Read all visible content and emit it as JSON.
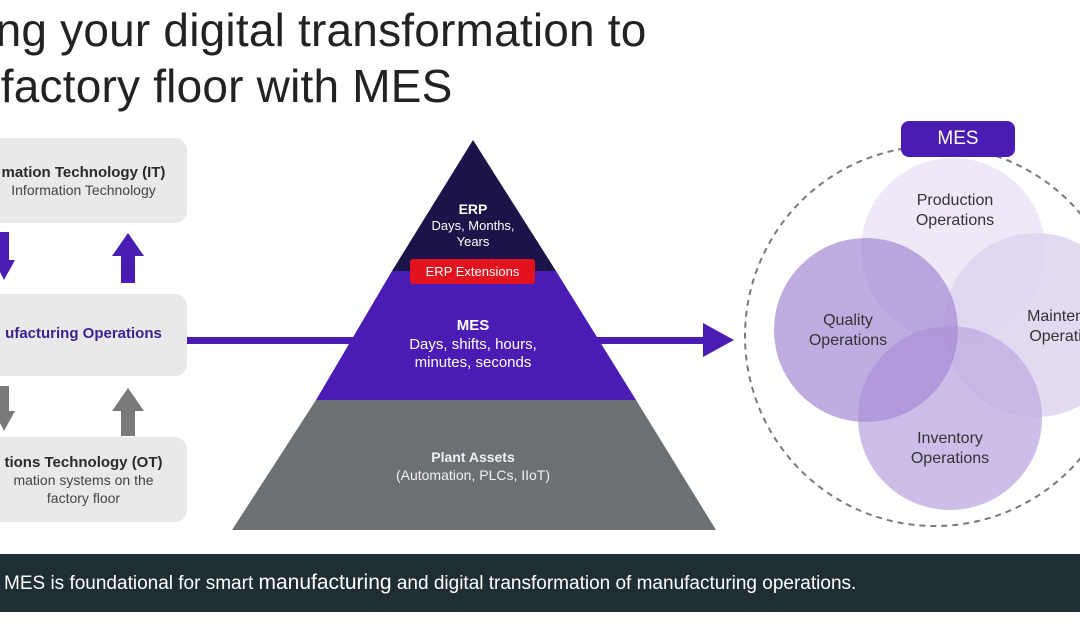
{
  "title": {
    "line1": "king your digital transformation to",
    "line2": "e factory floor with MES"
  },
  "left_column": {
    "it": {
      "title": "mation Technology (IT)",
      "subtitle": "Information Technology"
    },
    "mo": {
      "title": "ufacturing Operations"
    },
    "ot": {
      "title": "tions Technology (OT)",
      "subtitle_line1": "mation systems on the",
      "subtitle_line2": "factory floor"
    }
  },
  "pyramid": {
    "erp": {
      "title": "ERP",
      "line1": "Days, Months,",
      "line2": "Years"
    },
    "erp_extensions": "ERP Extensions",
    "mes": {
      "title": "MES",
      "line1": "Days, shifts, hours,",
      "line2": "minutes, seconds"
    },
    "plant": {
      "title": "Plant Assets",
      "subtitle": "(Automation, PLCs, IIoT)"
    }
  },
  "circles": {
    "tag": "MES",
    "production": {
      "line1": "Production",
      "line2": "Operations"
    },
    "quality": {
      "line1": "Quality",
      "line2": "Operations"
    },
    "maintenance": {
      "line1": "Maintena",
      "line2": "Operatio"
    },
    "inventory": {
      "line1": "Inventory",
      "line2": "Operations"
    }
  },
  "banner": {
    "part1": "MES is foundational for smart ",
    "part2": "manufacturing",
    "part3": " and digital transformation of manufacturing operations."
  },
  "colors": {
    "erp_dark": "#1a1449",
    "mes_purple": "#4a1cb3",
    "plant_gray": "#6d7073",
    "erp_red": "#e3121f",
    "arrow_purple": "#4a1cb3",
    "arrow_gray": "#7a7a7a",
    "banner_bg": "#1e2e33"
  }
}
